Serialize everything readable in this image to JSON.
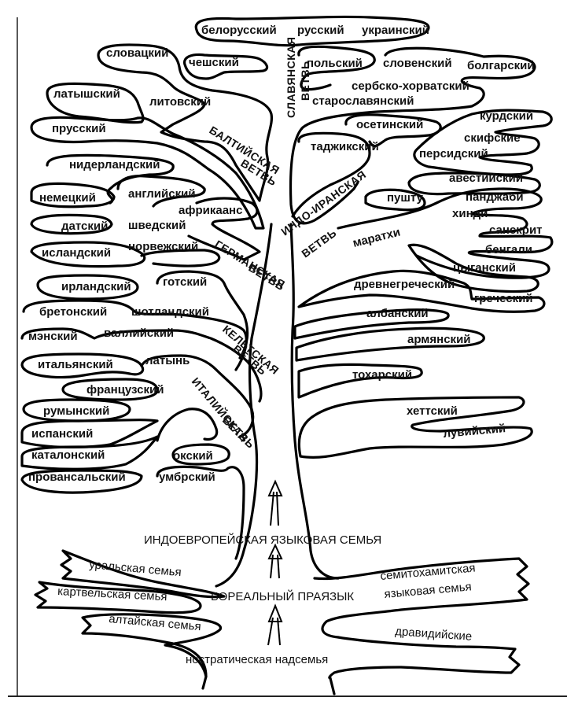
{
  "diagram": {
    "title": "Индоевропейское языковое дерево",
    "colors": {
      "ink": "#000000",
      "paper": "#ffffff"
    },
    "branches": {
      "slavic": {
        "label_line1": "СЛАВЯНСКАЯ",
        "label_line2": "ВЕТВЬ",
        "languages": [
          "белорусский",
          "русский",
          "украинский",
          "словацкий",
          "чешский",
          "польский",
          "словенский",
          "болгарский",
          "сербско-хорватский",
          "старославянский"
        ]
      },
      "baltic": {
        "label_line1": "БАЛТИЙСКАЯ",
        "label_line2": "ВЕТВЬ",
        "languages": [
          "латышский",
          "литовский",
          "прусский"
        ]
      },
      "germanic": {
        "label_line1": "ГЕРМАНСКАЯ",
        "label_line2": "ВЕТВЬ",
        "languages": [
          "нидерландский",
          "немецкий",
          "английский",
          "африкаанс",
          "датский",
          "шведский",
          "исландский",
          "норвежский",
          "готский"
        ]
      },
      "celtic": {
        "label_line1": "КЕЛЬТСКАЯ",
        "label_line2": "ВЕТВЬ",
        "languages": [
          "ирландский",
          "бретонский",
          "шотландский",
          "мэнский",
          "валлийский"
        ]
      },
      "italic": {
        "label_line1": "ИТАЛИЙСКАЯ",
        "label_line2": "ВЕТВЬ",
        "languages": [
          "итальянский",
          "латынь",
          "французский",
          "румынский",
          "испанский",
          "каталонский",
          "провансальский",
          "окский",
          "умбрский"
        ]
      },
      "indo_iranian": {
        "label_line1": "ИНДО-ИРАНСКАЯ",
        "label_line2": "ВЕТВЬ",
        "languages": [
          "осетинский",
          "курдский",
          "таджикский",
          "скифские",
          "персидский",
          "авестийский",
          "пушту",
          "панджаби",
          "хинди",
          "маратхи",
          "санскрит",
          "бенгали",
          "цыганский"
        ]
      },
      "other": {
        "languages": [
          "древнегреческий",
          "греческий",
          "албанский",
          "армянский",
          "тохарский",
          "хеттский",
          "лувийский"
        ]
      }
    },
    "root": {
      "indo_european": "ИНДОЕВРОПЕЙСКАЯ ЯЗЫКОВАЯ СЕМЬЯ",
      "boreal": "БОРЕАЛЬНЫЙ ПРАЯЗЫК",
      "nostratic": "ностратическая надсемья",
      "families_left": [
        "уральская семья",
        "картвельская семья",
        "алтайская семья"
      ],
      "families_right_line1": "семитохамитская",
      "families_right_line2": "языковая семья",
      "dravidian": "дравидийские"
    }
  }
}
